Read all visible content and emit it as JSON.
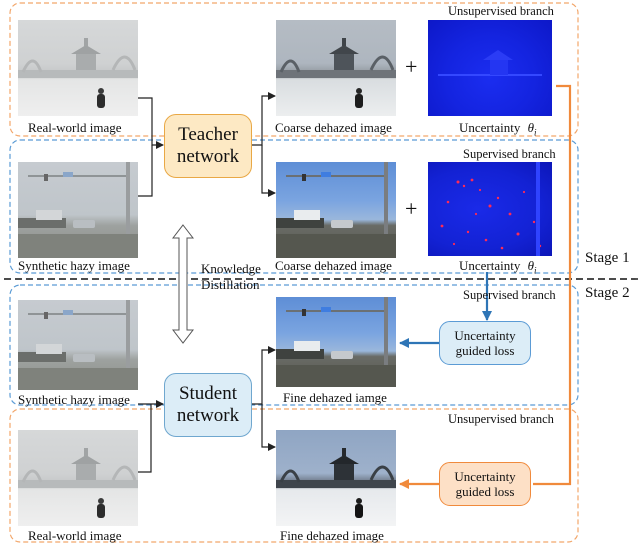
{
  "branches": {
    "unsup_top": "Unsupervised branch",
    "sup_top": "Supervised branch",
    "sup_bottom": "Supervised branch",
    "unsup_bottom": "Unsupervised branch"
  },
  "stages": {
    "stage1": "Stage 1",
    "stage2": "Stage 2"
  },
  "networks": {
    "teacher": {
      "line1": "Teacher",
      "line2": "network"
    },
    "student": {
      "line1": "Student",
      "line2": "network"
    }
  },
  "losses": {
    "sup": {
      "line1": "Uncertainty",
      "line2": "guided loss"
    },
    "unsup": {
      "line1": "Uncertainty",
      "line2": "guided loss"
    }
  },
  "labels": {
    "real_world_1": "Real-world image",
    "coarse_1": "Coarse dehazed image",
    "uncertainty_1": "Uncertainty",
    "synthetic_1": "Synthetic hazy image",
    "coarse_2": "Coarse dehazed image",
    "uncertainty_2": "Uncertainty",
    "synthetic_2": "Synthetic hazy image",
    "fine_1": "Fine dehazed iamge",
    "real_world_2": "Real-world image",
    "fine_2": "Fine dehazed image",
    "theta_symbol": "θ",
    "theta_sub": "i"
  },
  "kd": {
    "line1": "Knowledge",
    "line2": "Distillation"
  },
  "plus_sign": "+",
  "colors": {
    "orange_dash": "#f2a66a",
    "blue_dash": "#5b9bd5",
    "teacher_fill": "#fde9c4",
    "teacher_border": "#e9a845",
    "student_fill": "#dcedf7",
    "student_border": "#6fa7cf",
    "sup_loss_fill": "#dcedf7",
    "sup_loss_border": "#5b9bd5",
    "unsup_loss_fill": "#fde0c6",
    "unsup_loss_border": "#f08a3c",
    "orange_arrow": "#f08a3c",
    "blue_arrow": "#2e75b6"
  }
}
